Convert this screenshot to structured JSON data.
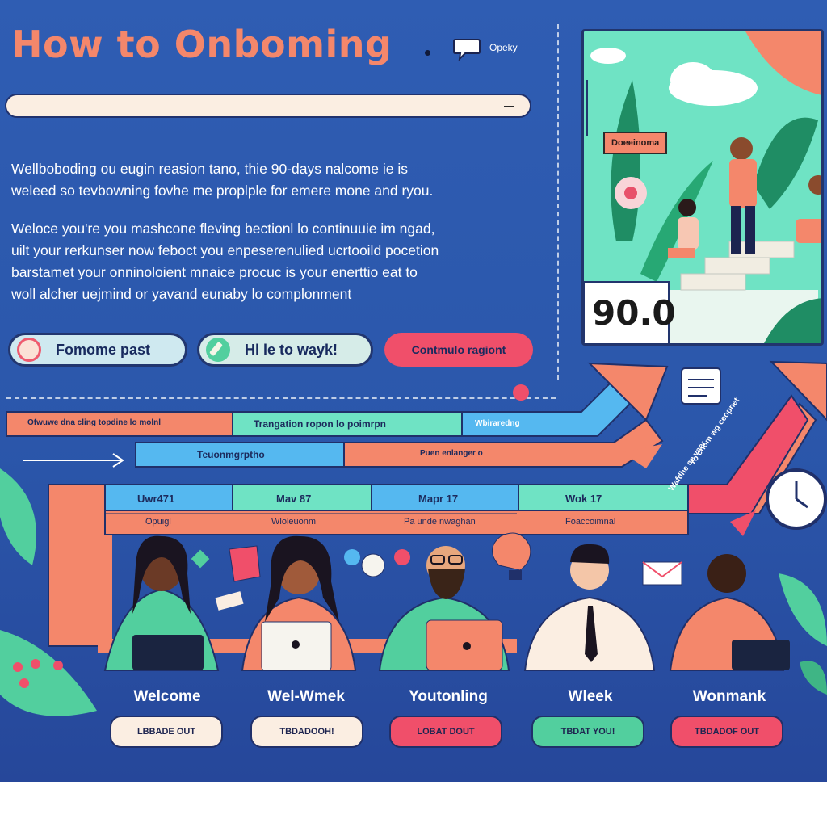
{
  "header": {
    "title": "How to Onboming",
    "option_label": "Opeky"
  },
  "search": {
    "value": ""
  },
  "intro": {
    "para1": [
      "Wellboboding ou eugin reasion tano, thie 90-days nalcome ie is",
      "weleed so tevbowning fovhe me  proplple for emere mone and ryou."
    ],
    "para2": [
      "Weloce you're you mashcone fleving bectionl lo continuuie im ngad,",
      "uilt your rerkunser now feboct  you enpeserenulied ucrtooild pocetion",
      "barstamet your onninoloient mnaice procuc is  your enerttio eat to",
      "woll alcher uejmind or yavand eunaby lo complonment"
    ]
  },
  "actions": {
    "primary": "Fomome past",
    "secondary": "Hl le to wayk!",
    "tertiary": "Contmulo ragiont"
  },
  "illustration": {
    "tag": "Doeeinoma",
    "big_number": "90.0"
  },
  "timeline": {
    "row1": [
      "Ofwuwe dna  cling topdine lo molnl",
      "Trangation ropon lo poimrpn",
      "Wbiraredng"
    ],
    "row2": [
      "Teuonmgrptho",
      "Puen enlanger o"
    ],
    "weeks": [
      {
        "label": "Uwr471",
        "sub": "Opuigl"
      },
      {
        "label": "Mav 87",
        "sub": "Wloleuonm"
      },
      {
        "label": "Mapr 17",
        "sub": "Pa unde nwaghan"
      },
      {
        "label": "Wok 17",
        "sub": "Foaccoimnal"
      }
    ],
    "side_note": "Yo cnom wg ceopnet",
    "side_note2": "Wafdhe ce vaer"
  },
  "cards": [
    {
      "title": "Welcome",
      "button": "LBBADE OUT",
      "btn_color": "#fbeee2"
    },
    {
      "title": "Wel-Wmek",
      "button": "TBDADOOH!",
      "btn_color": "#fbeee2"
    },
    {
      "title": "Youtonling",
      "button": "LOBAT DOUT",
      "btn_color": "#f04f6a"
    },
    {
      "title": "Wleek",
      "button": "TBDAT YOU!",
      "btn_color": "#52cf9e"
    },
    {
      "title": "Wonmank",
      "button": "TBDADOF OUT",
      "btn_color": "#f04f6a"
    }
  ],
  "colors": {
    "background": "#2f5db3",
    "accent_coral": "#f4876b",
    "accent_pink": "#f04f6a",
    "accent_green": "#52cf9e",
    "accent_blue": "#55b8f0"
  }
}
